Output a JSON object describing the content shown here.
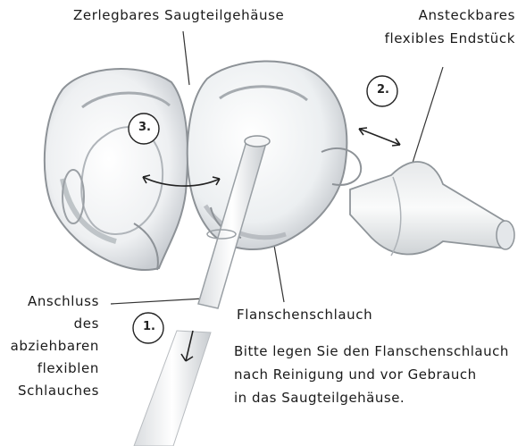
{
  "labels": {
    "housing": "Zerlegbares Saugteilgehäuse",
    "tip_line1": "Ansteckbares",
    "tip_line2": "flexibles Endstück",
    "connection_line1": "Anschluss",
    "connection_line2": "des",
    "connection_line3": "abziehbaren",
    "connection_line4": "flexiblen",
    "connection_line5": "Schlauches",
    "flange_tube": "Flanschenschlauch"
  },
  "instruction": {
    "line1": "Bitte legen Sie den Flanschenschlauch",
    "line2": "nach Reinigung und vor Gebrauch",
    "line3": "in das Saugteilgehäuse."
  },
  "steps": {
    "one": "1.",
    "two": "2.",
    "three": "3."
  }
}
